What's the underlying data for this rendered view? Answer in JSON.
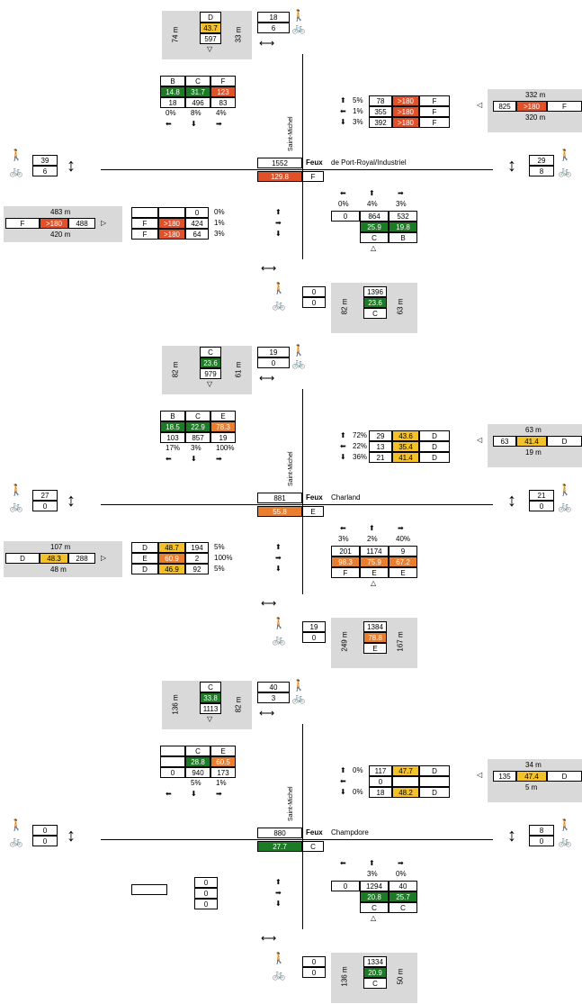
{
  "common": {
    "feux": "Feux",
    "cross_street": "Saint-Michel",
    "ped": "🚶",
    "bike": "🚲",
    "up": "⬆",
    "down": "⬇",
    "left": "⬅",
    "right": "➡",
    "tri_down": "▽",
    "tri_up": "△",
    "tri_left": "◁",
    "tri_right": "▷",
    "dbl_h": "⟷",
    "dbl_v": "↕"
  },
  "i1": {
    "name": "de Port-Royal/Industriel",
    "total": "1552",
    "delay": "129.8",
    "los": "F",
    "n_gray": {
      "left": "74 m",
      "right": "33 m"
    },
    "n_app": {
      "dir": "D",
      "delay": "43.7",
      "vol": "597"
    },
    "n_pedbike": {
      "ped": "18",
      "bike": "6"
    },
    "sb": {
      "los": [
        "B",
        "C",
        "F"
      ],
      "delay": [
        "14.8",
        "31.7",
        "123"
      ],
      "vol": [
        "18",
        "496",
        "83"
      ],
      "pct": [
        "0%",
        "8%",
        "4%"
      ]
    },
    "wb": [
      {
        "pct": "5%",
        "vol": "78",
        "delay": ">180",
        "los": "F"
      },
      {
        "pct": "1%",
        "vol": "355",
        "delay": ">180",
        "los": "F"
      },
      {
        "pct": "3%",
        "vol": "392",
        "delay": ">180",
        "los": "F"
      }
    ],
    "e_app": {
      "top": "332 m",
      "vol": "825",
      "delay": ">180",
      "los": "F",
      "bottom": "320 m"
    },
    "w_pedbike": {
      "ped": "39",
      "bike": "6"
    },
    "e_pedbike": {
      "ped": "29",
      "bike": "8"
    },
    "w_app": {
      "top": "483 m",
      "los": "F",
      "delay": ">180",
      "vol": "488",
      "bottom": "420 m"
    },
    "eb": [
      {
        "los": "",
        "delay": "",
        "vol": "0",
        "pct": "0%"
      },
      {
        "los": "F",
        "delay": ">180",
        "vol": "424",
        "pct": "1%"
      },
      {
        "los": "F",
        "delay": ">180",
        "vol": "64",
        "pct": "3%"
      }
    ],
    "nb": {
      "pct": [
        "0%",
        "4%",
        "3%"
      ],
      "vol": [
        "0",
        "864",
        "532"
      ],
      "delay": [
        "",
        "25.9",
        "19.8"
      ],
      "los": [
        "",
        "C",
        "B"
      ]
    },
    "s_pedbike": {
      "ped": "0",
      "bike": "0"
    },
    "s_gray": {
      "left": "82 m",
      "right": "63 m"
    },
    "s_app": {
      "vol": "1396",
      "delay": "23.6",
      "los": "C"
    }
  },
  "i2": {
    "name": "Charland",
    "total": "881",
    "delay": "55.8",
    "los": "E",
    "n_gray": {
      "left": "82 m",
      "right": "61 m"
    },
    "n_app": {
      "dir": "C",
      "delay": "23.6",
      "vol": "979"
    },
    "n_pedbike": {
      "ped": "19",
      "bike": "0"
    },
    "sb": {
      "los": [
        "B",
        "C",
        "E"
      ],
      "delay": [
        "18.5",
        "22.9",
        "78.3"
      ],
      "vol": [
        "103",
        "857",
        "19"
      ],
      "pct": [
        "17%",
        "3%",
        "100%"
      ]
    },
    "wb": [
      {
        "pct": "72%",
        "vol": "29",
        "delay": "43.6",
        "los": "D"
      },
      {
        "pct": "22%",
        "vol": "13",
        "delay": "35.4",
        "los": "D"
      },
      {
        "pct": "36%",
        "vol": "21",
        "delay": "41.4",
        "los": "D"
      }
    ],
    "e_app": {
      "top": "63 m",
      "vol": "63",
      "delay": "41.4",
      "los": "D",
      "bottom": "19 m"
    },
    "w_pedbike": {
      "ped": "27",
      "bike": "0"
    },
    "e_pedbike": {
      "ped": "21",
      "bike": "0"
    },
    "w_app": {
      "top": "107 m",
      "los": "D",
      "delay": "48.3",
      "vol": "288",
      "bottom": "48 m"
    },
    "eb": [
      {
        "los": "D",
        "delay": "48.7",
        "vol": "194",
        "pct": "5%"
      },
      {
        "los": "E",
        "delay": "60.9",
        "vol": "2",
        "pct": "100%"
      },
      {
        "los": "D",
        "delay": "46.9",
        "vol": "92",
        "pct": "5%"
      }
    ],
    "nb": {
      "pct": [
        "3%",
        "2%",
        "40%"
      ],
      "vol": [
        "201",
        "1174",
        "9"
      ],
      "delay": [
        "98.3",
        "75.9",
        "67.2"
      ],
      "los": [
        "F",
        "E",
        "E"
      ]
    },
    "s_pedbike": {
      "ped": "19",
      "bike": "0"
    },
    "s_gray": {
      "left": "249 m",
      "right": "167 m"
    },
    "s_app": {
      "vol": "1384",
      "delay": "78.8",
      "los": "E"
    }
  },
  "i3": {
    "name": "Champdore",
    "total": "880",
    "delay": "27.7",
    "los": "C",
    "n_gray": {
      "left": "136 m",
      "right": "82 m"
    },
    "n_app": {
      "dir": "C",
      "delay": "33.8",
      "vol": "1113"
    },
    "n_pedbike": {
      "ped": "40",
      "bike": "3"
    },
    "sb": {
      "los": [
        "",
        "C",
        "E"
      ],
      "delay": [
        "",
        "28.8",
        "60.5"
      ],
      "vol": [
        "0",
        "940",
        "173"
      ],
      "pct": [
        "",
        "5%",
        "1%"
      ]
    },
    "wb": [
      {
        "pct": "0%",
        "vol": "117",
        "delay": "47.7",
        "los": "D"
      },
      {
        "pct": "",
        "vol": "0",
        "delay": "",
        "los": ""
      },
      {
        "pct": "0%",
        "vol": "18",
        "delay": "48.2",
        "los": "D"
      }
    ],
    "e_app": {
      "top": "34 m",
      "vol": "135",
      "delay": "47.4",
      "los": "D",
      "bottom": "5 m"
    },
    "w_pedbike": {
      "ped": "0",
      "bike": "0"
    },
    "e_pedbike": {
      "ped": "8",
      "bike": "0"
    },
    "eb": [
      {
        "vol": "0"
      },
      {
        "vol": "0"
      },
      {
        "vol": "0"
      }
    ],
    "nb": {
      "pct": [
        "",
        "3%",
        "0%"
      ],
      "vol": [
        "0",
        "1294",
        "40"
      ],
      "delay": [
        "",
        "20.8",
        "25.7"
      ],
      "los": [
        "",
        "C",
        "C"
      ]
    },
    "s_pedbike": {
      "ped": "0",
      "bike": "0"
    },
    "s_gray": {
      "left": "136 m",
      "right": "50 m"
    },
    "s_app": {
      "vol": "1334",
      "delay": "20.9",
      "los": "C"
    }
  }
}
